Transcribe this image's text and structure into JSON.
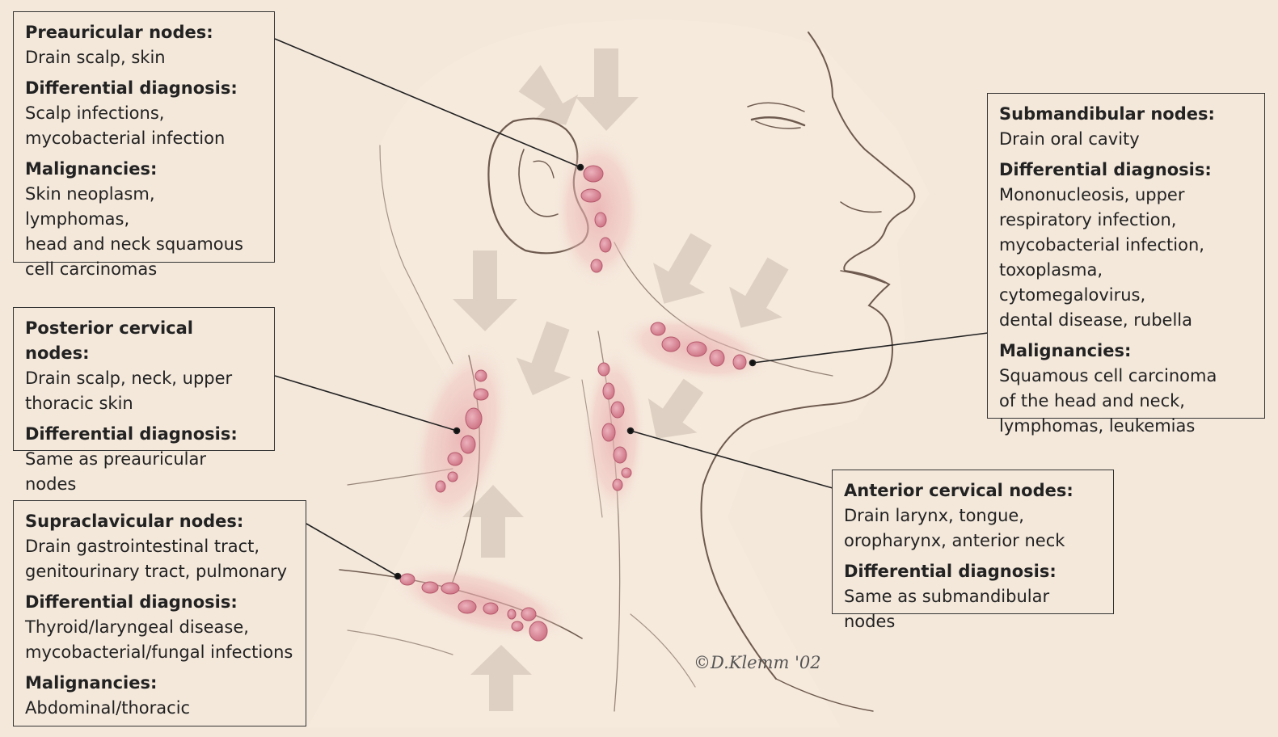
{
  "boxes": {
    "preauricular": {
      "title": "Preauricular nodes:",
      "drain": [
        "Drain scalp, skin"
      ],
      "dd_title": "Differential diagnosis:",
      "dd": [
        "Scalp infections,",
        "mycobacterial infection"
      ],
      "mal_title": "Malignancies:",
      "mal": [
        "Skin neoplasm, lymphomas,",
        "head and neck squamous",
        "cell carcinomas"
      ]
    },
    "posterior": {
      "title": "Posterior cervical nodes:",
      "drain": [
        "Drain scalp, neck, upper",
        "thoracic skin"
      ],
      "dd_title": "Differential diagnosis:",
      "dd": [
        "Same as preauricular nodes"
      ]
    },
    "supraclavicular": {
      "title": "Supraclavicular nodes:",
      "drain": [
        "Drain gastrointestinal tract,",
        "genitourinary tract, pulmonary"
      ],
      "dd_title": "Differential diagnosis:",
      "dd": [
        "Thyroid/laryngeal disease,",
        "mycobacterial/fungal infections"
      ],
      "mal_title": "Malignancies:",
      "mal": [
        "Abdominal/thoracic"
      ]
    },
    "submandibular": {
      "title": "Submandibular nodes:",
      "drain": [
        "Drain oral cavity"
      ],
      "dd_title": "Differential diagnosis:",
      "dd": [
        "Mononucleosis, upper",
        "respiratory infection,",
        "mycobacterial infection,",
        "toxoplasma, cytomegalovirus,",
        "dental disease, rubella"
      ],
      "mal_title": "Malignancies:",
      "mal": [
        "Squamous cell carcinoma",
        "of the head and neck,",
        "lymphomas, leukemias"
      ]
    },
    "anterior": {
      "title": "Anterior cervical nodes:",
      "drain": [
        "Drain larynx, tongue,",
        "oropharynx, anterior neck"
      ],
      "dd_title": "Differential diagnosis:",
      "dd": [
        "Same as submandibular nodes"
      ]
    }
  },
  "credit": "©D.Klemm '02",
  "colors": {
    "background": "#f4e8db",
    "node_fill": "#d78a98",
    "node_glow": "#e9b0b2",
    "sketch": "#6e5a4e",
    "arrow": "#d9cbbb"
  }
}
